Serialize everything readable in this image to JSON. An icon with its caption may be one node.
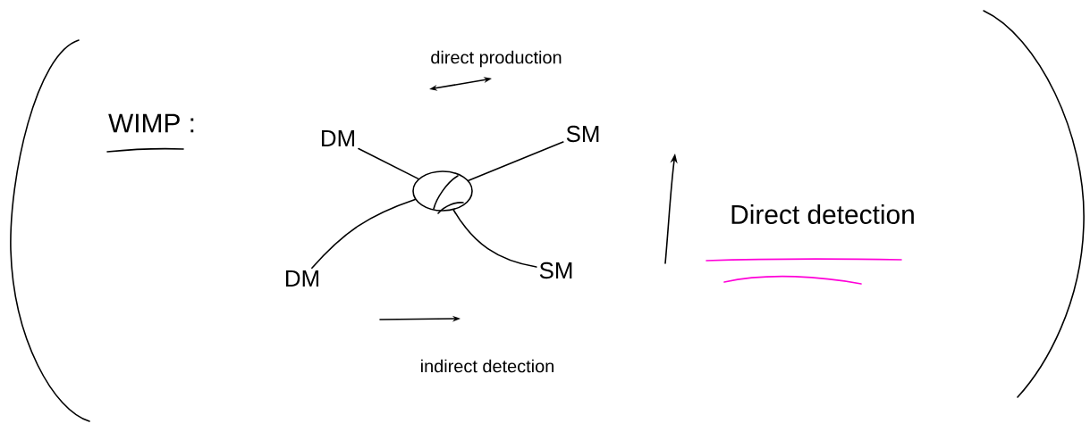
{
  "diagram": {
    "nodes": [
      {
        "text": [
          "DM"
        ]
      },
      {
        "text": [
          "SM"
        ]
      },
      {
        "text": [
          "DM"
        ]
      },
      {
        "text": [
          "SM"
        ]
      },
      {
        "text": [],
        "shape": "circle"
      }
    ],
    "edges": [
      {
        "from": 0,
        "to": 4,
        "arrow": "none"
      },
      {
        "from": 1,
        "to": 4,
        "arrow": "none"
      },
      {
        "from": 2,
        "to": 4,
        "arrow": "none"
      },
      {
        "from": 3,
        "to": 4,
        "arrow": "none"
      }
    ],
    "labels": [
      "WIMP :",
      "direct production",
      "Direct detection",
      "indirect detection"
    ]
  }
}
